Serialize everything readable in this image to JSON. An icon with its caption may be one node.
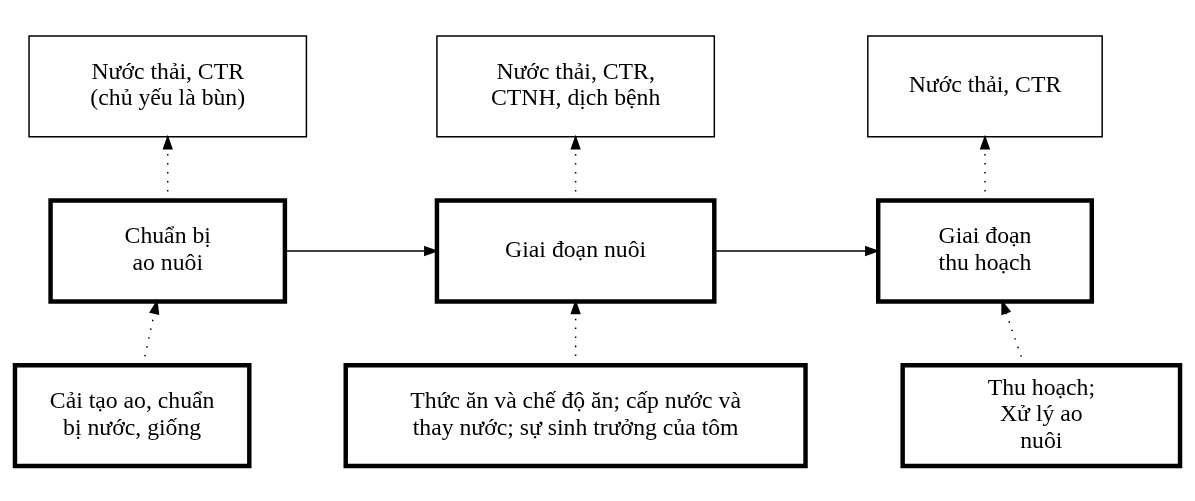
{
  "diagram": {
    "nodes": [
      {
        "text": [
          "Nước thải, CTR (chủ yếu là bùn)"
        ]
      },
      {
        "text": [
          "Nước thải, CTR, CTNH, dịch bệnh"
        ]
      },
      {
        "text": [
          "Nước thải, CTR"
        ]
      },
      {
        "text": [
          "Chuẩn bị ao nuôi"
        ]
      },
      {
        "text": [
          "Giai đoạn nuôi"
        ]
      },
      {
        "text": [
          "Giai đoạn thu hoạch"
        ]
      },
      {
        "text": [
          "Cải tạo ao, chuẩn bị nước, giống"
        ]
      },
      {
        "text": [
          "Thức ăn và chế độ ăn; cấp nước và thay nước; sự sinh trưởng của tôm"
        ]
      },
      {
        "text": [
          "Thu hoạch; Xử lý ao nuôi"
        ]
      }
    ],
    "edges": [
      {
        "from": 3,
        "to": 4,
        "arrow": "to"
      },
      {
        "from": 4,
        "to": 5,
        "arrow": "to"
      },
      {
        "from": 3,
        "to": 0,
        "arrow": "to",
        "style": "dashed"
      },
      {
        "from": 4,
        "to": 1,
        "arrow": "to",
        "style": "dashed"
      },
      {
        "from": 5,
        "to": 2,
        "arrow": "to",
        "style": "dashed"
      },
      {
        "from": 6,
        "to": 3,
        "arrow": "to",
        "style": "dashed"
      },
      {
        "from": 7,
        "to": 4,
        "arrow": "to",
        "style": "dashed"
      },
      {
        "from": 8,
        "to": 5,
        "arrow": "to",
        "style": "dashed"
      }
    ]
  }
}
